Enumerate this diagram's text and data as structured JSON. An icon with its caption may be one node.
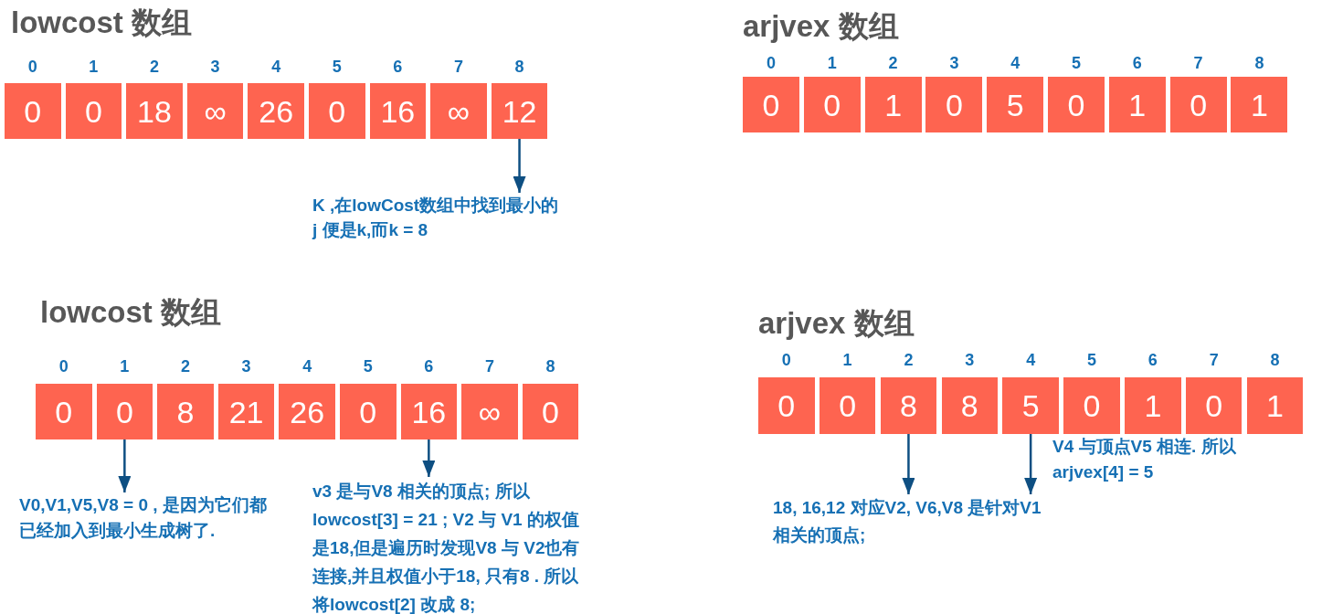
{
  "diagram": {
    "nodes": [
      {
        "text": [
          "0"
        ],
        "beside": [
          "0"
        ]
      },
      {
        "text": [
          "0"
        ],
        "beside": [
          "1"
        ]
      },
      {
        "text": [
          "18"
        ],
        "beside": [
          "2"
        ]
      },
      {
        "text": [
          "∞"
        ],
        "beside": [
          "3"
        ]
      },
      {
        "text": [
          "26"
        ],
        "beside": [
          "4"
        ]
      },
      {
        "text": [
          "0"
        ],
        "beside": [
          "5"
        ]
      },
      {
        "text": [
          "16"
        ],
        "beside": [
          "6"
        ]
      },
      {
        "text": [
          "∞"
        ],
        "beside": [
          "7"
        ]
      },
      {
        "text": [
          "12"
        ],
        "beside": [
          "8"
        ]
      },
      {
        "text": [
          "0"
        ],
        "beside": [
          "0"
        ]
      },
      {
        "text": [
          "0"
        ],
        "beside": [
          "1"
        ]
      },
      {
        "text": [
          "1"
        ],
        "beside": [
          "2"
        ]
      },
      {
        "text": [
          "0"
        ],
        "beside": [
          "3"
        ]
      },
      {
        "text": [
          "5"
        ],
        "beside": [
          "4"
        ]
      },
      {
        "text": [
          "0"
        ],
        "beside": [
          "5"
        ]
      },
      {
        "text": [
          "1"
        ],
        "beside": [
          "6"
        ]
      },
      {
        "text": [
          "0"
        ],
        "beside": [
          "7"
        ]
      },
      {
        "text": [
          "1"
        ],
        "beside": [
          "8"
        ]
      },
      {
        "text": [
          "K ,在lowCost数组中找到最小的j 便是k,而k = 8"
        ]
      },
      {
        "text": [
          "0"
        ],
        "beside": [
          "0"
        ]
      },
      {
        "text": [
          "0"
        ],
        "beside": [
          "1"
        ]
      },
      {
        "text": [
          "8"
        ],
        "beside": [
          "2"
        ]
      },
      {
        "text": [
          "21"
        ],
        "beside": [
          "3"
        ]
      },
      {
        "text": [
          "26"
        ],
        "beside": [
          "4"
        ]
      },
      {
        "text": [
          "0"
        ],
        "beside": [
          "5"
        ]
      },
      {
        "text": [
          "16"
        ],
        "beside": [
          "6"
        ]
      },
      {
        "text": [
          "∞"
        ],
        "beside": [
          "7"
        ]
      },
      {
        "text": [
          "0"
        ],
        "beside": [
          "8"
        ]
      },
      {
        "text": [
          "0"
        ],
        "beside": [
          "0"
        ]
      },
      {
        "text": [
          "0"
        ],
        "beside": [
          "1"
        ]
      },
      {
        "text": [
          "8"
        ],
        "beside": [
          "2"
        ]
      },
      {
        "text": [
          "8"
        ],
        "beside": [
          "3"
        ]
      },
      {
        "text": [
          "5"
        ],
        "beside": [
          "4"
        ]
      },
      {
        "text": [
          "0"
        ],
        "beside": [
          "5"
        ]
      },
      {
        "text": [
          "1"
        ],
        "beside": [
          "6"
        ]
      },
      {
        "text": [
          "0"
        ],
        "beside": [
          "7"
        ]
      },
      {
        "text": [
          "1"
        ],
        "beside": [
          "8"
        ]
      },
      {
        "text": [
          "V0,V1,V5,V8 = 0 , 是因为它们都已经加入到最小生成树了."
        ]
      },
      {
        "text": [
          "v3 是与V8 相关的顶点; 所以lowcost[3] = 21 ; V2 与 V1 的权值是18,但是遍历时发现V8 与 V2也有连接,并且权值小于18, 只有8 . 所以将lowcost[2] 改成 8;"
        ]
      },
      {
        "text": [
          "18, 16,12 对应V2, V6,V8 是针对V1相关的顶点;"
        ]
      }
    ],
    "edges": [
      {
        "from": 8,
        "to": 18,
        "arrow": "to"
      },
      {
        "from": 20,
        "to": 37,
        "arrow": "to"
      },
      {
        "from": 25,
        "to": 38,
        "arrow": "to"
      },
      {
        "from": 30,
        "to": 39,
        "arrow": "to"
      },
      {
        "from": 32,
        "to": 39,
        "arrow": "to",
        "label": "V4 与顶点V5 相连. 所以arjvex[4] = 5"
      }
    ],
    "labels": [
      "lowcost 数组",
      "arjvex 数组",
      "lowcost 数组",
      "arjvex 数组"
    ]
  }
}
